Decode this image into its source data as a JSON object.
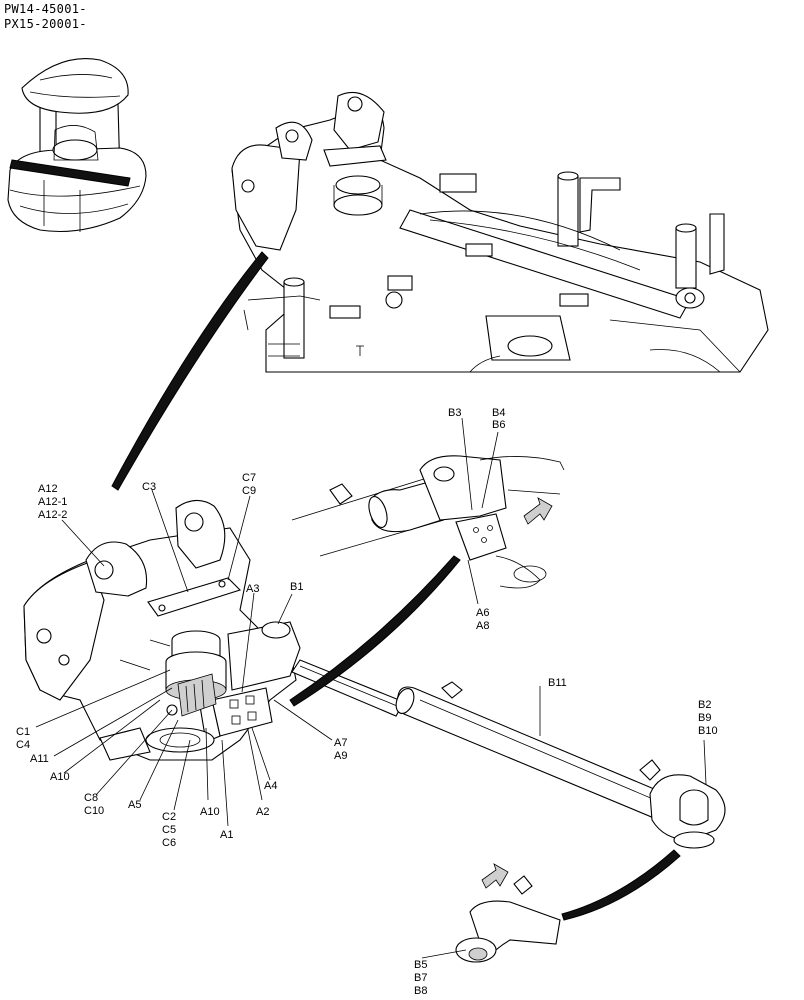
{
  "header": {
    "serial_line_1": "PW14-45001-",
    "serial_line_2": "PX15-20001-"
  },
  "callouts": {
    "A12": [
      "A12",
      "A12-1",
      "A12-2"
    ],
    "C3": [
      "C3"
    ],
    "C7": [
      "C7",
      "C9"
    ],
    "A3": [
      "A3"
    ],
    "B1": [
      "B1"
    ],
    "B3": [
      "B3"
    ],
    "B4": [
      "B4",
      "B6"
    ],
    "A6": [
      "A6",
      "A8"
    ],
    "B11": [
      "B11"
    ],
    "B2": [
      "B2",
      "B9",
      "B10"
    ],
    "C1": [
      "C1",
      "C4"
    ],
    "A11": [
      "A11"
    ],
    "A10L": [
      "A10"
    ],
    "C8": [
      "C8",
      "C10"
    ],
    "A5": [
      "A5"
    ],
    "C2": [
      "C2",
      "C5",
      "C6"
    ],
    "A10R": [
      "A10"
    ],
    "A1": [
      "A1"
    ],
    "A2": [
      "A2"
    ],
    "A4": [
      "A4"
    ],
    "A7": [
      "A7",
      "A9"
    ],
    "B5": [
      "B5",
      "B7",
      "B8"
    ]
  }
}
